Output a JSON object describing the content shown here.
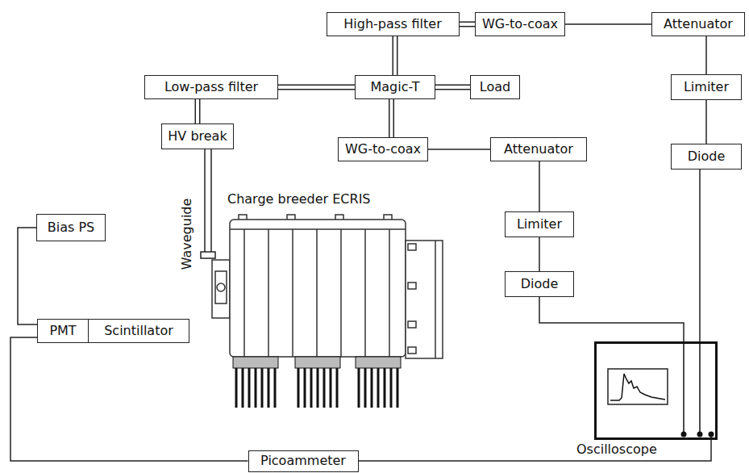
{
  "diagram": {
    "nodes": [
      {
        "text": [
          "High-pass filter"
        ]
      },
      {
        "text": [
          "WG-to-coax"
        ]
      },
      {
        "text": [
          "Attenuator"
        ]
      },
      {
        "text": [
          "Low-pass filter"
        ]
      },
      {
        "text": [
          "Magic-T"
        ]
      },
      {
        "text": [
          "Load"
        ]
      },
      {
        "text": [
          "Limiter"
        ]
      },
      {
        "text": [
          "HV break"
        ]
      },
      {
        "text": [
          "WG-to-coax"
        ]
      },
      {
        "text": [
          "Attenuator"
        ]
      },
      {
        "text": [
          "Diode"
        ]
      },
      {
        "text": [
          "Limiter"
        ]
      },
      {
        "text": [
          "Bias PS"
        ]
      },
      {
        "text": [
          "Diode"
        ]
      },
      {
        "text": [
          "PMT"
        ]
      },
      {
        "text": [
          "Scintillator"
        ]
      },
      {
        "text": [
          "Oscilloscope"
        ]
      },
      {
        "text": [
          "Picoammeter"
        ]
      }
    ],
    "edges": [
      {
        "from": 0,
        "to": 1,
        "arrow": "none"
      },
      {
        "from": 0,
        "to": 4,
        "arrow": "none"
      },
      {
        "from": 1,
        "to": 2,
        "arrow": "none"
      },
      {
        "from": 2,
        "to": 6,
        "arrow": "none"
      },
      {
        "from": 3,
        "to": 4,
        "arrow": "none"
      },
      {
        "from": 4,
        "to": 5,
        "arrow": "none"
      },
      {
        "from": 6,
        "to": 10,
        "arrow": "none"
      },
      {
        "from": 3,
        "to": 7,
        "arrow": "none"
      },
      {
        "from": 4,
        "to": 8,
        "arrow": "none"
      },
      {
        "from": 8,
        "to": 9,
        "arrow": "none"
      },
      {
        "from": 9,
        "to": 11,
        "arrow": "none"
      },
      {
        "from": 10,
        "to": 16,
        "arrow": "none"
      },
      {
        "from": 11,
        "to": 13,
        "arrow": "none"
      },
      {
        "from": 13,
        "to": 16,
        "arrow": "none"
      },
      {
        "from": 12,
        "to": 14,
        "arrow": "none"
      },
      {
        "from": 14,
        "to": 17,
        "arrow": "none"
      },
      {
        "from": 17,
        "to": 16,
        "arrow": "none"
      }
    ],
    "labels": [
      "Waveguide",
      "Charge breeder ECRIS"
    ]
  }
}
